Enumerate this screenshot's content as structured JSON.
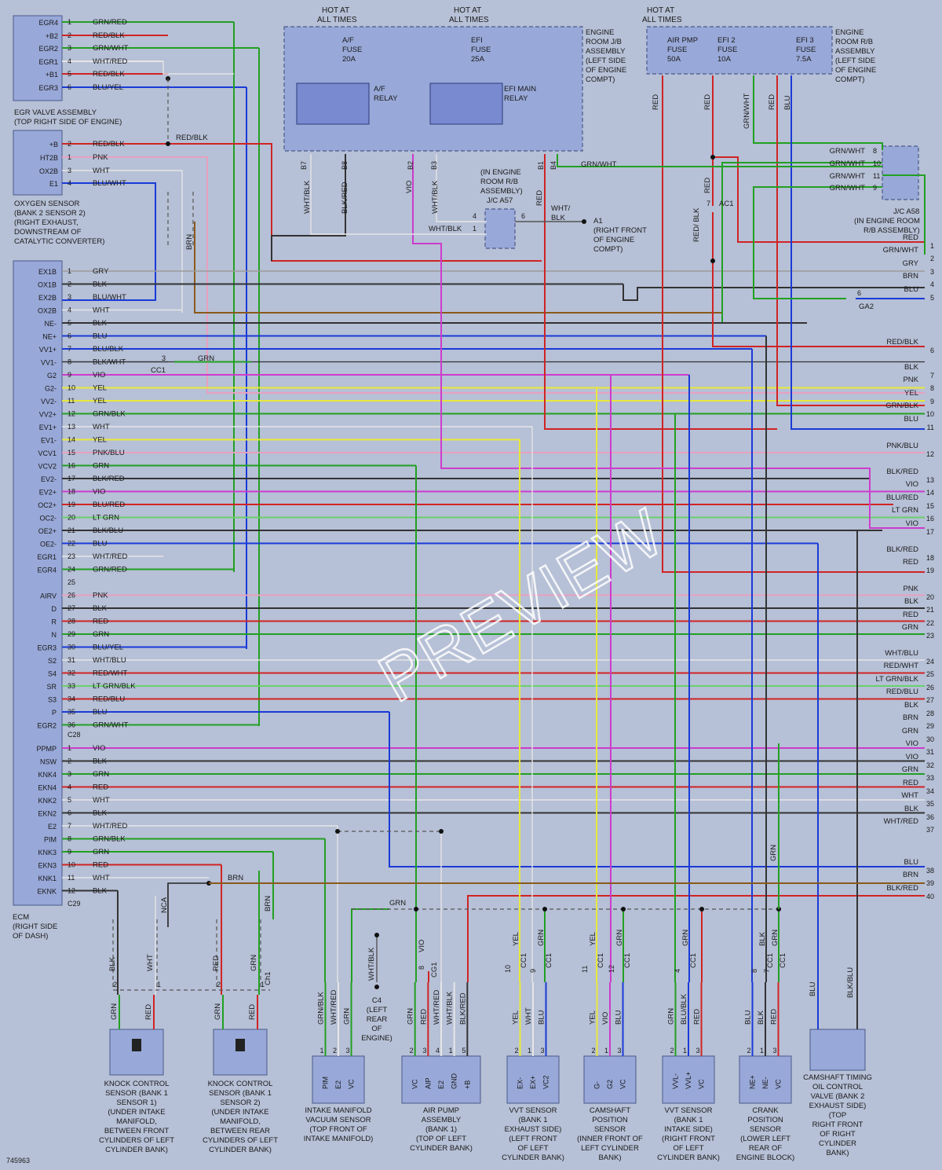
{
  "diagram_id": "745963",
  "watermark": "PREVIEW",
  "ecm": {
    "labels": [
      "ECM",
      "(RIGHT SIDE",
      "OF DASH)"
    ],
    "connector_c28": "C28",
    "connector_c29": "C29",
    "c28": [
      [
        "EX1B",
        "1",
        "GRY"
      ],
      [
        "OX1B",
        "2",
        "BLK"
      ],
      [
        "EX2B",
        "3",
        "BLU/WHT"
      ],
      [
        "OX2B",
        "4",
        "WHT"
      ],
      [
        "NE-",
        "5",
        "BLK"
      ],
      [
        "NE+",
        "6",
        "BLU"
      ],
      [
        "VV1+",
        "7",
        "BLU/BLK"
      ],
      [
        "VV1-",
        "8",
        "BLK/WHT"
      ],
      [
        "G2",
        "9",
        "VIO"
      ],
      [
        "G2-",
        "10",
        "YEL"
      ],
      [
        "VV2-",
        "11",
        "YEL"
      ],
      [
        "VV2+",
        "12",
        "GRN/BLK"
      ],
      [
        "EV1+",
        "13",
        "WHT"
      ],
      [
        "EV1-",
        "14",
        "YEL"
      ],
      [
        "VCV1",
        "15",
        "PNK/BLU"
      ],
      [
        "VCV2",
        "16",
        "GRN"
      ],
      [
        "EV2-",
        "17",
        "BLK/RED"
      ],
      [
        "EV2+",
        "18",
        "VIO"
      ],
      [
        "OC2+",
        "19",
        "BLU/RED"
      ],
      [
        "OC2-",
        "20",
        "LT GRN"
      ],
      [
        "OE2+",
        "21",
        "BLK/BLU"
      ],
      [
        "OE2-",
        "22",
        "BLU"
      ],
      [
        "EGR1",
        "23",
        "WHT/RED"
      ],
      [
        "EGR4",
        "24",
        "GRN/RED"
      ],
      [
        "",
        "25",
        ""
      ],
      [
        "AIRV",
        "26",
        "PNK"
      ],
      [
        "D",
        "27",
        "BLK"
      ],
      [
        "R",
        "28",
        "RED"
      ],
      [
        "N",
        "29",
        "GRN"
      ],
      [
        "EGR3",
        "30",
        "BLU/YEL"
      ],
      [
        "S2",
        "31",
        "WHT/BLU"
      ],
      [
        "S4",
        "32",
        "RED/WHT"
      ],
      [
        "SR",
        "33",
        "LT GRN/BLK"
      ],
      [
        "S3",
        "34",
        "RED/BLU"
      ],
      [
        "P",
        "35",
        "BLU"
      ],
      [
        "EGR2",
        "36",
        "GRN/WHT"
      ]
    ],
    "c29": [
      [
        "PPMP",
        "1",
        "VIO"
      ],
      [
        "NSW",
        "2",
        "BLK"
      ],
      [
        "KNK4",
        "3",
        "GRN"
      ],
      [
        "EKN4",
        "4",
        "RED"
      ],
      [
        "KNK2",
        "5",
        "WHT"
      ],
      [
        "EKN2",
        "6",
        "BLK"
      ],
      [
        "E2",
        "7",
        "WHT/RED"
      ],
      [
        "PIM",
        "8",
        "GRN/BLK"
      ],
      [
        "KNK3",
        "9",
        "GRN"
      ],
      [
        "EKN3",
        "10",
        "RED"
      ],
      [
        "KNK1",
        "11",
        "WHT"
      ],
      [
        "EKNK",
        "12",
        "BLK"
      ]
    ]
  },
  "egr_valve": {
    "labels": [
      "EGR VALVE ASSEMBLY",
      "(TOP RIGHT SIDE OF ENGINE)"
    ],
    "pins": [
      [
        "EGR4",
        "1",
        "GRN/RED"
      ],
      [
        "+B2",
        "2",
        "RED/BLK"
      ],
      [
        "EGR2",
        "3",
        "GRN/WHT"
      ],
      [
        "EGR1",
        "4",
        "WHT/RED"
      ],
      [
        "+B1",
        "5",
        "RED/BLK"
      ],
      [
        "EGR3",
        "6",
        "BLU/YEL"
      ]
    ]
  },
  "oxygen_sensor": {
    "labels": [
      "OXYGEN SENSOR",
      "(BANK 2 SENSOR 2)",
      "(RIGHT EXHAUST,",
      "DOWNSTREAM OF",
      "CATALYTIC CONVERTER)"
    ],
    "pins": [
      [
        "+B",
        "2",
        "RED/BLK"
      ],
      [
        "HT2B",
        "1",
        "PNK"
      ],
      [
        "OX2B",
        "3",
        "WHT"
      ],
      [
        "E1",
        "4",
        "BLU/WHT"
      ]
    ],
    "splice_wire": "RED/BLK",
    "shield_wire": "BRN"
  },
  "hot_labels": [
    "HOT AT",
    "ALL TIMES"
  ],
  "jb_left": {
    "labels": [
      "ENGINE",
      "ROOM J/B",
      "ASSEMBLY",
      "(LEFT SIDE",
      "OF ENGINE",
      "COMPT)"
    ],
    "fuse1": [
      "A/F",
      "FUSE",
      "20A"
    ],
    "fuse2": [
      "EFI",
      "FUSE",
      "25A"
    ],
    "relay1": [
      "A/F",
      "RELAY"
    ],
    "relay2": [
      "EFI MAIN",
      "RELAY"
    ],
    "pins": [
      "B7",
      "B8",
      "B2",
      "B3",
      "B1",
      "B4"
    ],
    "wires": [
      "WHT/BLK",
      "BLK/RED",
      "VIO",
      "WHT/BLK",
      "RED",
      "GRN/WHT"
    ]
  },
  "jb_right": {
    "labels": [
      "ENGINE",
      "ROOM R/B",
      "ASSEMBLY",
      "(LEFT SIDE",
      "OF ENGINE",
      "COMPT)"
    ],
    "fuse1": [
      "AIR PMP",
      "FUSE",
      "50A"
    ],
    "fuse2": [
      "EFI 2",
      "FUSE",
      "10A"
    ],
    "fuse3": [
      "EFI 3",
      "FUSE",
      "7.5A"
    ],
    "wires": [
      "RED",
      "RED",
      "GRN/WHT",
      "RED",
      "BLU"
    ]
  },
  "jc_a57": {
    "labels": [
      "(IN ENGINE",
      "ROOM R/B",
      "ASSEMBLY)",
      "J/C A57"
    ],
    "pins": [
      "4",
      "6",
      "1"
    ],
    "wires": [
      "WHT/BLK",
      "WHT/",
      "BLK"
    ]
  },
  "ground_a1": {
    "labels": [
      "A1",
      "(RIGHT FRONT",
      "OF ENGINE",
      "COMPT)"
    ]
  },
  "jc_a58": {
    "labels": [
      "J/C A58",
      "(IN ENGINE ROOM",
      "R/B ASSEMBLY)"
    ],
    "rows": [
      [
        "GRN/WHT",
        "8"
      ],
      [
        "GRN/WHT",
        "10"
      ],
      [
        "GRN/WHT",
        "11"
      ],
      [
        "GRN/WHT",
        "9"
      ]
    ]
  },
  "ac1": {
    "pin": "7",
    "label": "AC1",
    "wire_top": "RED",
    "wire_bot": "RED/ BLK"
  },
  "ga2": {
    "pin": "6",
    "label": "GA2"
  },
  "cc1_top": {
    "pin": "3",
    "label": "CC1",
    "wire": "GRN"
  },
  "right_edge": [
    [
      "RED",
      "1"
    ],
    [
      "GRN/WHT",
      "2"
    ],
    [
      "GRY",
      "3"
    ],
    [
      "BRN",
      "4"
    ],
    [
      "BLU",
      "5"
    ],
    [
      "RED/BLK",
      "6"
    ],
    [
      "BLK",
      "7"
    ],
    [
      "PNK",
      "8"
    ],
    [
      "YEL",
      "9"
    ],
    [
      "GRN/BLK",
      "10"
    ],
    [
      "BLU",
      "11"
    ],
    [
      "PNK/BLU",
      "12"
    ],
    [
      "BLK/RED",
      "13"
    ],
    [
      "VIO",
      "14"
    ],
    [
      "BLU/RED",
      "15"
    ],
    [
      "LT GRN",
      "16"
    ],
    [
      "VIO",
      "17"
    ],
    [
      "BLK/RED",
      "18"
    ],
    [
      "RED",
      "19"
    ],
    [
      "PNK",
      "20"
    ],
    [
      "BLK",
      "21"
    ],
    [
      "RED",
      "22"
    ],
    [
      "GRN",
      "23"
    ],
    [
      "WHT/BLU",
      "24"
    ],
    [
      "RED/WHT",
      "25"
    ],
    [
      "LT GRN/BLK",
      "26"
    ],
    [
      "RED/BLU",
      "27"
    ],
    [
      "BLK",
      "28"
    ],
    [
      "BRN",
      "29"
    ],
    [
      "GRN",
      "30"
    ],
    [
      "VIO",
      "31"
    ],
    [
      "VIO",
      "32"
    ],
    [
      "GRN",
      "33"
    ],
    [
      "RED",
      "34"
    ],
    [
      "WHT",
      "35"
    ],
    [
      "BLK",
      "36"
    ],
    [
      "WHT/RED",
      "37"
    ],
    [
      "BLU",
      "38"
    ],
    [
      "BRN",
      "39"
    ],
    [
      "BLK/RED",
      "40"
    ]
  ],
  "knock1": {
    "labels": [
      "KNOCK CONTROL",
      "SENSOR (BANK 1",
      "SENSOR 1)",
      "(UNDER INTAKE",
      "MANIFOLD,",
      "BETWEEN FRONT",
      "CYLINDERS OF LEFT",
      "CYLINDER BANK)"
    ],
    "wires": [
      "GRN",
      "RED",
      "BLK",
      "WHT"
    ],
    "pins": [
      "2",
      "1"
    ],
    "nca": "NCA"
  },
  "knock2": {
    "labels": [
      "KNOCK CONTROL",
      "SENSOR (BANK 1",
      "SENSOR 2)",
      "(UNDER INTAKE",
      "MANIFOLD,",
      "BETWEEN REAR",
      "CYLINDERS OF LEFT",
      "CYLINDER BANK)"
    ],
    "wires": [
      "GRN",
      "RED",
      "RED",
      "GRN"
    ],
    "pins": [
      "2",
      "1"
    ],
    "ch1": "Ch1",
    "brn": "BRN"
  },
  "vacuum": {
    "labels": [
      "INTAKE MANIFOLD",
      "VACUUM SENSOR",
      "(TOP FRONT OF",
      "INTAKE MANIFOLD)"
    ],
    "pins": [
      "PIM",
      "E2",
      "VC"
    ],
    "nums": [
      "1",
      "2",
      "3"
    ],
    "wires": [
      "GRN/BLK",
      "WHT/RED",
      "GRN"
    ]
  },
  "ground_c4": {
    "labels": [
      "C4",
      "(LEFT",
      "REAR",
      "OF",
      "ENGINE)"
    ],
    "wire": "WHT/BLK",
    "grn": "GRN"
  },
  "air_pump": {
    "labels": [
      "AIR PUMP",
      "ASSEMBLY",
      "(BANK 1)",
      "(TOP OF LEFT",
      "CYLINDER BANK)"
    ],
    "pins": [
      "VC",
      "AIP",
      "E2",
      "GND",
      "+B"
    ],
    "nums": [
      "2",
      "3",
      "4",
      "1",
      "5"
    ],
    "wires": [
      "GRN",
      "RED",
      "WHT/RED",
      "WHT/BLK",
      "BLK/RED"
    ],
    "cg1": "CG1",
    "vio": "VIO",
    "pin8": "8"
  },
  "vvt1": {
    "labels": [
      "VVT SENSOR",
      "(BANK 1",
      "EXHAUST SIDE)",
      "(LEFT FRONT",
      "OF LEFT",
      "CYLINDER BANK)"
    ],
    "pins": [
      "EX-",
      "EX+",
      "VC2"
    ],
    "nums": [
      "2",
      "1",
      "3"
    ],
    "wires": [
      "YEL",
      "WHT",
      "BLU"
    ],
    "top": [
      "YEL",
      "GRN"
    ],
    "cc": [
      "10",
      "9"
    ]
  },
  "cam": {
    "labels": [
      "CAMSHAFT",
      "POSITION",
      "SENSOR",
      "(INNER FRONT OF",
      "LEFT CYLINDER",
      "BANK)"
    ],
    "pins": [
      "G-",
      "G2",
      "VC"
    ],
    "nums": [
      "2",
      "1",
      "3"
    ],
    "wires": [
      "YEL",
      "VIO",
      "BLU"
    ],
    "top": [
      "YEL",
      "GRN"
    ],
    "cc": [
      "11",
      "12"
    ]
  },
  "vvt2": {
    "labels": [
      "VVT SENSOR",
      "(BANK 1",
      "INTAKE SIDE)",
      "(RIGHT FRONT",
      "OF LEFT",
      "CYLINDER BANK)"
    ],
    "pins": [
      "VVL-",
      "VVL+",
      "VC"
    ],
    "nums": [
      "2",
      "1",
      "3"
    ],
    "wires": [
      "GRN",
      "BLU/BLK",
      "RED"
    ],
    "top": [
      "GRN"
    ],
    "cc": [
      "4"
    ]
  },
  "crank": {
    "labels": [
      "CRANK",
      "POSITION",
      "SENSOR",
      "(LOWER LEFT",
      "REAR OF",
      "ENGINE BLOCK)"
    ],
    "pins": [
      "NE+",
      "NE-",
      "VC"
    ],
    "nums": [
      "2",
      "1",
      "3"
    ],
    "wires": [
      "BLU",
      "BLK",
      "RED"
    ],
    "top": [
      "BLK",
      "GRN"
    ],
    "cc": [
      "8",
      "7"
    ]
  },
  "ocv": {
    "labels": [
      "CAMSHAFT TIMING",
      "OIL CONTROL",
      "VALVE (BANK 2",
      "EXHAUST SIDE)",
      "(TOP",
      "RIGHT FRONT",
      "OF RIGHT",
      "CYLINDER",
      "BANK)"
    ],
    "wires": [
      "BLU",
      "BLK/BLU"
    ],
    "grn": "GRN"
  },
  "cc1": "CC1",
  "colors": {
    "GRN": "#22a022",
    "RED": "#d02424",
    "BLK": "#333333",
    "WHT": "#e6e6e6",
    "BLU": "#1a3ad8",
    "YEL": "#e8e83a",
    "VIO": "#cc3ccc",
    "PNK": "#e8a0c0",
    "BRN": "#8a5a1a",
    "GRY": "#9a9a9a",
    "LTGRN": "#6ad06a"
  }
}
